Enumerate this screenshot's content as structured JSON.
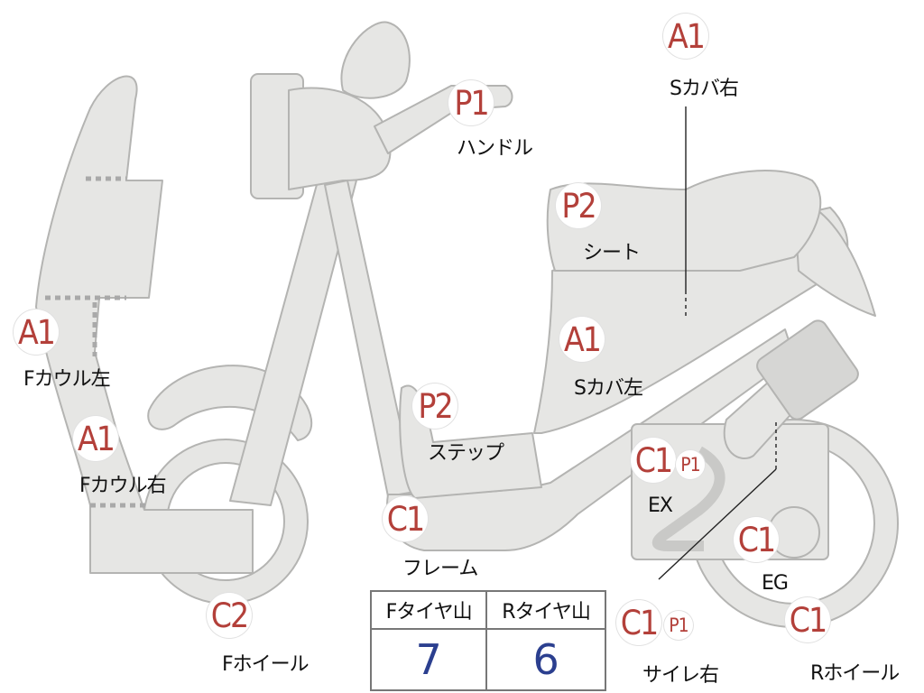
{
  "parts": [
    {
      "id": "handle",
      "code": "P1",
      "name": "ハンドル"
    },
    {
      "id": "s-cover-right",
      "code": "A1",
      "name": "Sカバ右"
    },
    {
      "id": "seat",
      "code": "P2",
      "name": "シート"
    },
    {
      "id": "f-cowl-left",
      "code": "A1",
      "name": "Fカウル左"
    },
    {
      "id": "s-cover-left",
      "code": "A1",
      "name": "Sカバ左"
    },
    {
      "id": "step",
      "code": "P2",
      "name": "ステップ"
    },
    {
      "id": "f-cowl-right",
      "code": "A1",
      "name": "Fカウル右"
    },
    {
      "id": "ex",
      "code": "C1",
      "extra": "P1",
      "name": "EX"
    },
    {
      "id": "frame",
      "code": "C1",
      "name": "フレーム"
    },
    {
      "id": "eg",
      "code": "C1",
      "name": "EG"
    },
    {
      "id": "f-wheel",
      "code": "C2",
      "name": "Fホイール"
    },
    {
      "id": "silencer-right",
      "code": "C1",
      "extra": "P1",
      "name": "サイレ右"
    },
    {
      "id": "r-wheel",
      "code": "C1",
      "name": "Rホイール"
    }
  ],
  "tire_tread": {
    "headers": [
      "Fタイヤ山",
      "Rタイヤ山"
    ],
    "values": [
      "7",
      "6"
    ]
  },
  "colors": {
    "grade_code": "#b3403a",
    "tread_value": "#2b3f8f",
    "part_fill": "#e6e6e4"
  }
}
